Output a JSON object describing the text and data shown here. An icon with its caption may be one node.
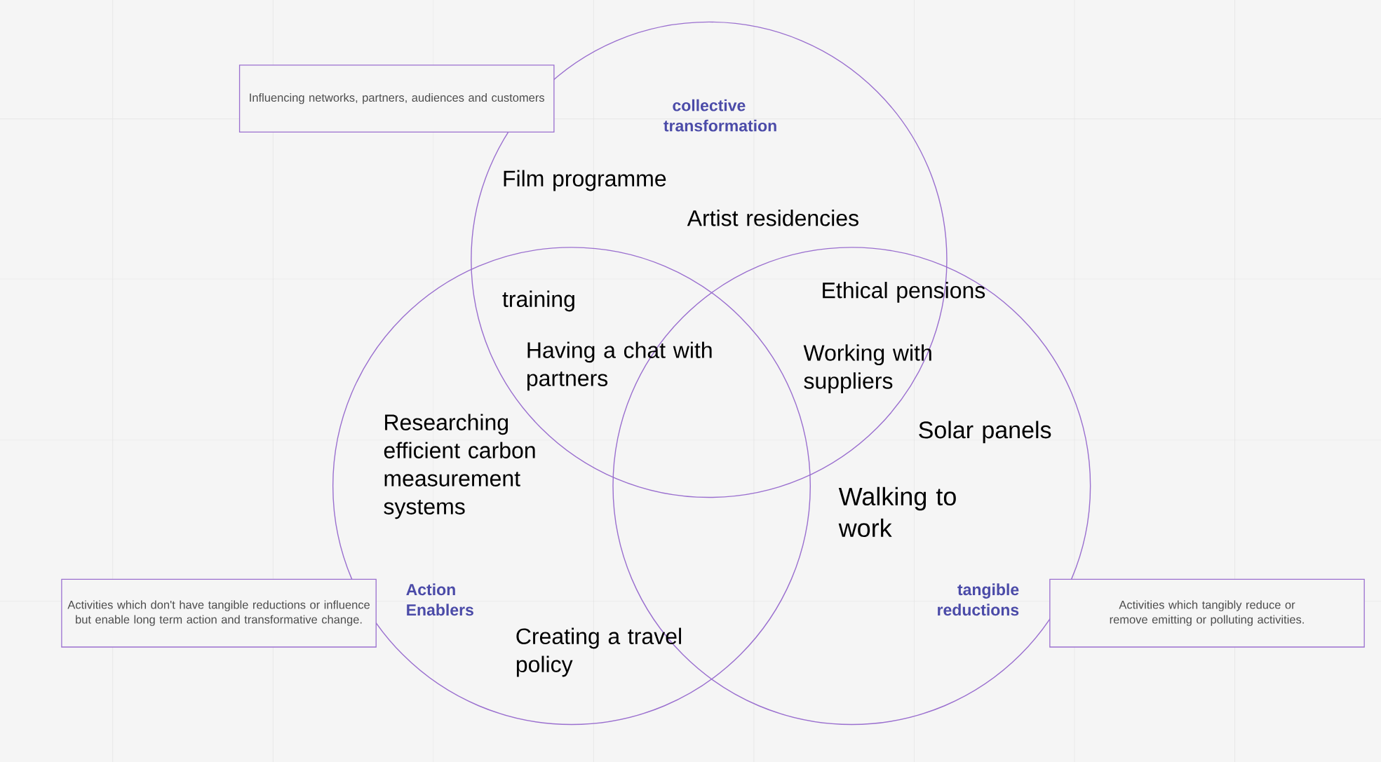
{
  "diagram": {
    "nodes": [
      {
        "text": [
          "collective transformation"
        ]
      },
      {
        "text": [
          "Action Enablers"
        ]
      },
      {
        "text": [
          "tangible reductions"
        ]
      },
      {
        "text": [
          "Influencing networks, partners, audiences and customers"
        ]
      },
      {
        "text": [
          "Activities which don't have tangible reductions or influence but enable long term action and transformative change."
        ]
      },
      {
        "text": [
          "Activities which tangibly reduce or remove emitting or polluting activities."
        ]
      }
    ],
    "labels": [
      "Film programme",
      "Artist residencies",
      "training",
      "Ethical pensions",
      "Having a chat with partners",
      "Working with suppliers",
      "Researching efficient carbon measurement systems",
      "Solar panels",
      "Walking to work",
      "Creating a travel policy"
    ]
  }
}
